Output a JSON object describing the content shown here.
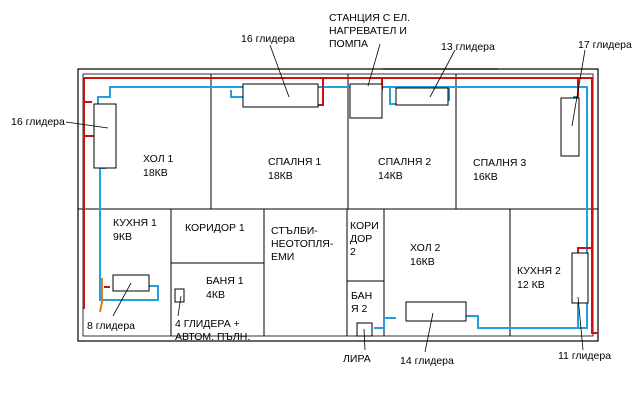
{
  "colors": {
    "outline": "#000000",
    "supply": "#cc1111",
    "return": "#22a0dd",
    "bath": "#e07a1a"
  },
  "rooms": {
    "hol1": {
      "name": "ХОЛ 1",
      "area": "18КВ"
    },
    "spalnya1": {
      "name": "СПАЛНЯ 1",
      "area": "18КВ"
    },
    "spalnya2": {
      "name": "СПАЛНЯ 2",
      "area": "14КВ"
    },
    "spalnya3": {
      "name": "СПАЛНЯ 3",
      "area": "16КВ"
    },
    "kuhnya1": {
      "name": "КУХНЯ 1",
      "area": "9КВ"
    },
    "koridor1": {
      "name": "КОРИДОР 1"
    },
    "banya1": {
      "name": "БАНЯ 1",
      "area": "4КВ"
    },
    "stalbi": {
      "name": "СТЪЛБИ-\nНЕОТОПЛЯ-\nЕМИ"
    },
    "koridor2": {
      "name": "КОРИ\nДОР\n2"
    },
    "banya2": {
      "name": "БАН\nЯ 2"
    },
    "hol2": {
      "name": "ХОЛ 2",
      "area": "16КВ"
    },
    "kuhnya2": {
      "name": "КУХНЯ 2",
      "area": "12 КВ"
    }
  },
  "labels": {
    "station": "СТАНЦИЯ С ЕЛ.\nНАГРЕВАТЕЛ И\nПОМПА",
    "r_spalnya1": "16 глидера",
    "r_hol1": "16 глидера",
    "r_spalnya2": "13 глидера",
    "r_spalnya3": "17 глидера",
    "r_kuhnya1": "8 глидера",
    "r_banya1": "4 ГЛИДЕРА +\nАВТОМ. ПЪЛН.",
    "lira": "ЛИРА",
    "r_hol2": "14 глидера",
    "r_kuhnya2": "11 глидера"
  }
}
